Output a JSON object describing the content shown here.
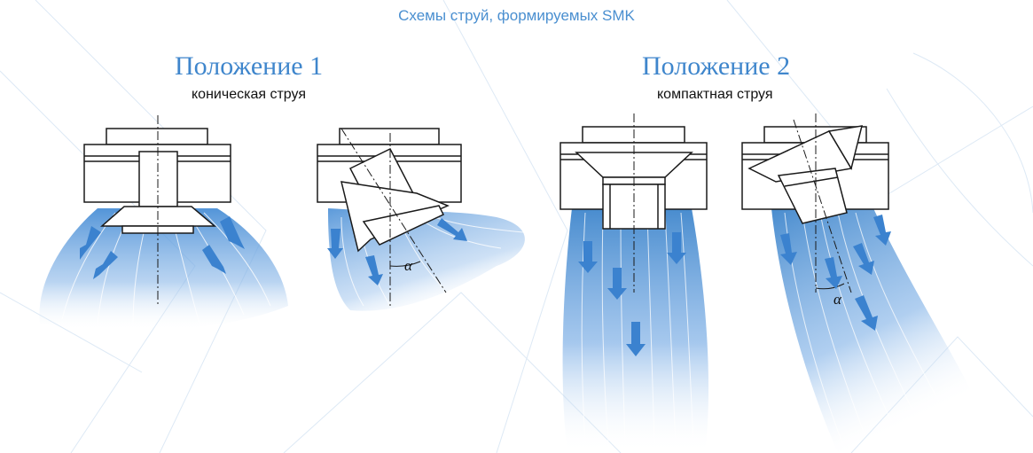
{
  "title": "Схемы струй, формируемых SMK",
  "position1": {
    "title": "Положение 1",
    "subtitle": "коническая струя"
  },
  "position2": {
    "title": "Положение 2",
    "subtitle": "компактная струя"
  },
  "angle_label": "α",
  "colors": {
    "accent": "#3f86cc",
    "jet": "#4a8fd6",
    "arrow": "#3b82cf",
    "outline": "#1a1a1a",
    "background_lines": "#dde9f5"
  }
}
